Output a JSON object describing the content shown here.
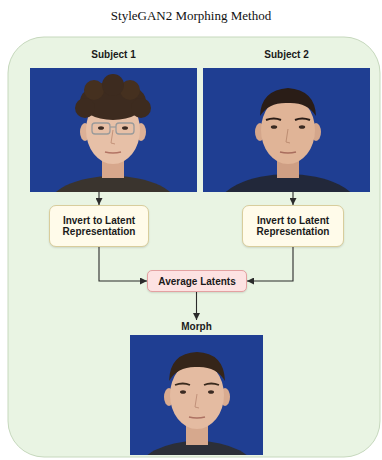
{
  "diagram": {
    "title": "StyleGAN2 Morphing Method",
    "nodes": [
      {
        "text": [
          "Subject 1"
        ]
      },
      {
        "text": [
          "Subject 2"
        ]
      },
      {
        "text": [
          "Invert to Latent Representation"
        ]
      },
      {
        "text": [
          "Invert to Latent Representation"
        ]
      },
      {
        "text": [
          "Average Latents"
        ]
      },
      {
        "text": [
          "Morph"
        ]
      }
    ],
    "edges": [
      {
        "from": 0,
        "to": 2,
        "arrow": "to"
      },
      {
        "from": 1,
        "to": 3,
        "arrow": "to"
      },
      {
        "from": 2,
        "to": 4,
        "arrow": "to"
      },
      {
        "from": 3,
        "to": 4,
        "arrow": "to"
      },
      {
        "from": 4,
        "to": 5,
        "arrow": "to"
      }
    ]
  }
}
